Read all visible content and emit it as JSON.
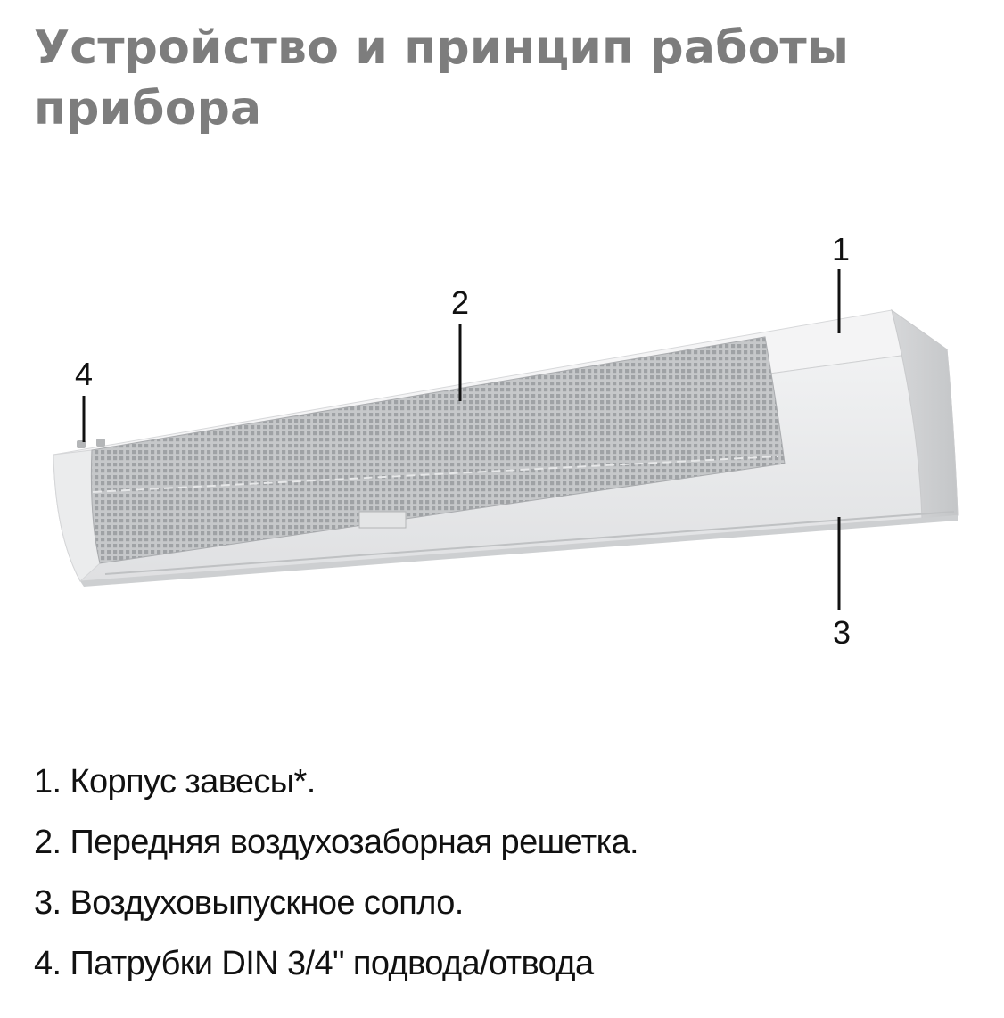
{
  "heading": {
    "line1": "Устройство и принцип работы",
    "line2": "прибора"
  },
  "callouts": {
    "n1": "1",
    "n2": "2",
    "n3": "3",
    "n4": "4"
  },
  "parts": [
    "1. Корпус завесы*.",
    "2. Передняя воздухозаборная решетка.",
    "3. Воздуховыпускное сопло.",
    "4. Патрубки DIN 3/4\" подвода/отвода"
  ],
  "colors": {
    "heading": "#7d7d7d",
    "text": "#111111",
    "housing": "#e9eaeb",
    "grille": "#b9bbbd"
  }
}
